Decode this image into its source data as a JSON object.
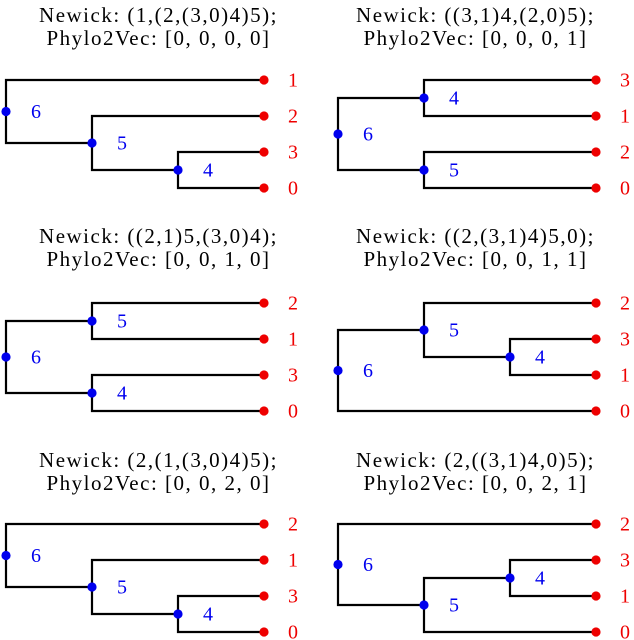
{
  "colors": {
    "edge": "#000000",
    "internal_node": "#0000ee",
    "leaf_node": "#ee0000",
    "title_text": "#000000",
    "background": "#ffffff"
  },
  "panels": [
    {
      "newick": "Newick: (1,(2,(3,0)4)5);",
      "phylo2vec": "Phylo2Vec: [0, 0, 0, 0]",
      "tree": {
        "label": "6",
        "children": [
          {
            "label": "1"
          },
          {
            "label": "5",
            "children": [
              {
                "label": "2"
              },
              {
                "label": "4",
                "children": [
                  {
                    "label": "3"
                  },
                  {
                    "label": "0"
                  }
                ]
              }
            ]
          }
        ]
      }
    },
    {
      "newick": "Newick: ((3,1)4,(2,0)5);",
      "phylo2vec": "Phylo2Vec: [0, 0, 0, 1]",
      "tree": {
        "label": "6",
        "children": [
          {
            "label": "4",
            "children": [
              {
                "label": "3"
              },
              {
                "label": "1"
              }
            ]
          },
          {
            "label": "5",
            "children": [
              {
                "label": "2"
              },
              {
                "label": "0"
              }
            ]
          }
        ]
      }
    },
    {
      "newick": "Newick: ((2,1)5,(3,0)4);",
      "phylo2vec": "Phylo2Vec: [0, 0, 1, 0]",
      "tree": {
        "label": "6",
        "children": [
          {
            "label": "5",
            "children": [
              {
                "label": "2"
              },
              {
                "label": "1"
              }
            ]
          },
          {
            "label": "4",
            "children": [
              {
                "label": "3"
              },
              {
                "label": "0"
              }
            ]
          }
        ]
      }
    },
    {
      "newick": "Newick: ((2,(3,1)4)5,0);",
      "phylo2vec": "Phylo2Vec: [0, 0, 1, 1]",
      "tree": {
        "label": "6",
        "children": [
          {
            "label": "5",
            "children": [
              {
                "label": "2"
              },
              {
                "label": "4",
                "children": [
                  {
                    "label": "3"
                  },
                  {
                    "label": "1"
                  }
                ]
              }
            ]
          },
          {
            "label": "0"
          }
        ]
      }
    },
    {
      "newick": "Newick: (2,(1,(3,0)4)5);",
      "phylo2vec": "Phylo2Vec: [0, 0, 2, 0]",
      "tree": {
        "label": "6",
        "children": [
          {
            "label": "2"
          },
          {
            "label": "5",
            "children": [
              {
                "label": "1"
              },
              {
                "label": "4",
                "children": [
                  {
                    "label": "3"
                  },
                  {
                    "label": "0"
                  }
                ]
              }
            ]
          }
        ]
      }
    },
    {
      "newick": "Newick: (2,((3,1)4,0)5);",
      "phylo2vec": "Phylo2Vec: [0, 0, 2, 1]",
      "tree": {
        "label": "6",
        "children": [
          {
            "label": "2"
          },
          {
            "label": "5",
            "children": [
              {
                "label": "4",
                "children": [
                  {
                    "label": "3"
                  },
                  {
                    "label": "1"
                  }
                ]
              },
              {
                "label": "0"
              }
            ]
          }
        ]
      }
    }
  ]
}
